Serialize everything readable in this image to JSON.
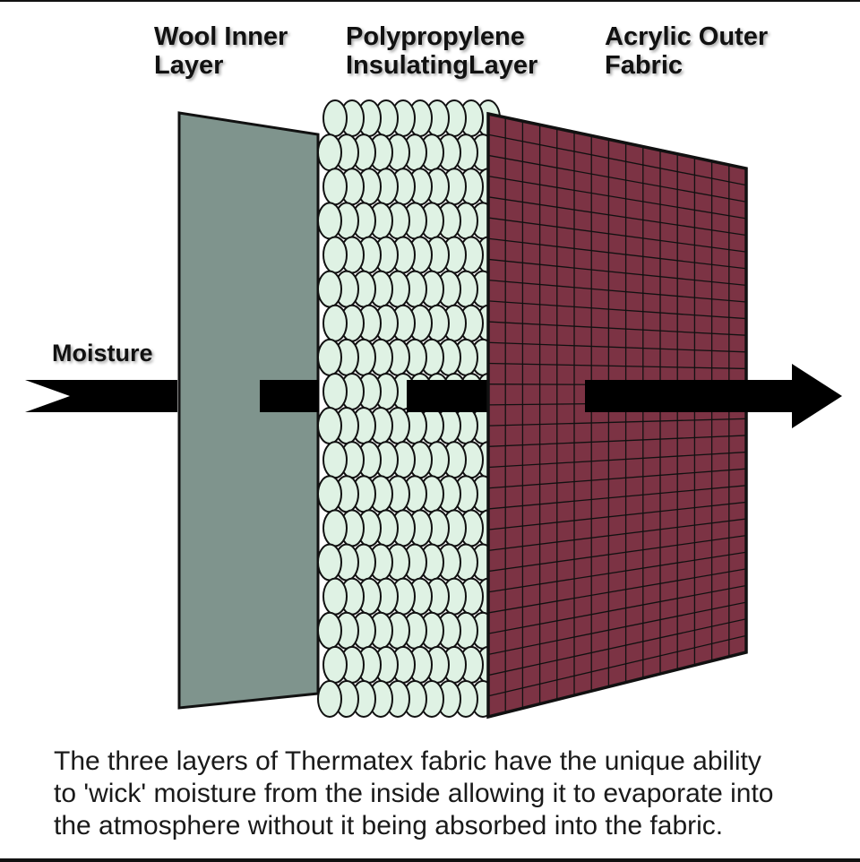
{
  "labels": {
    "wool": [
      "Wool Inner",
      "Layer"
    ],
    "polypropylene": [
      "Polypropylene",
      "InsulatingLayer"
    ],
    "acrylic": [
      "Acrylic Outer",
      "Fabric"
    ],
    "moisture": "Moisture"
  },
  "caption": [
    "The three layers of Thermatex fabric have the unique ability",
    "to 'wick' moisture from the inside  allowing it to evaporate into",
    "the atmosphere without it being absorbed into the fabric."
  ],
  "colors": {
    "wool_layer": "#7f948d",
    "polypropylene_fibre": "#dff2e4",
    "acrylic_layer": "#7c3344",
    "arrow": "#000000",
    "outline": "#111111"
  }
}
